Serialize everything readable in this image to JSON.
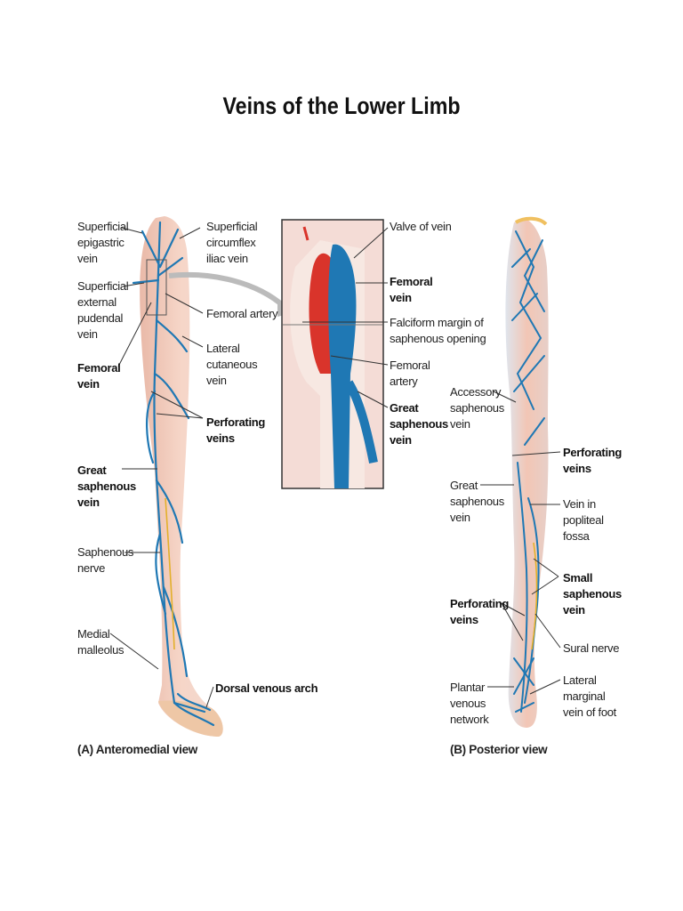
{
  "title": "Veins of the Lower Limb",
  "colors": {
    "vein": "#1f78b4",
    "artery": "#d9342b",
    "skin": "#f2c9b8",
    "nerve": "#e3b02a"
  },
  "views": {
    "a": {
      "caption": "(A) Anteromedial view",
      "labels": {
        "superficial_epigastric": "Superficial epigastric vein",
        "superficial_external_pudendal": "Superficial external pudendal vein",
        "femoral_vein": "Femoral vein",
        "great_saphenous": "Great saphenous vein",
        "saphenous_nerve": "Saphenous nerve",
        "medial_malleolus": "Medial malleolus",
        "superficial_circumflex_iliac": "Superficial circumflex iliac vein",
        "femoral_artery": "Femoral artery",
        "lateral_cutaneous": "Lateral cutaneous vein",
        "perforating": "Perforating veins",
        "dorsal_arch": "Dorsal venous arch"
      }
    },
    "inset": {
      "labels": {
        "valve": "Valve of vein",
        "femoral_vein": "Femoral vein",
        "falciform": "Falciform margin of saphenous opening",
        "femoral_artery": "Femoral artery",
        "great_saphenous": "Great saphenous vein"
      }
    },
    "b": {
      "caption": "(B) Posterior view",
      "labels": {
        "accessory_saphenous": "Accessory saphenous vein",
        "perforating_top": "Perforating veins",
        "great_saphenous": "Great saphenous vein",
        "popliteal": "Vein in popliteal fossa",
        "small_saphenous": "Small saphenous vein",
        "perforating_bottom": "Perforating veins",
        "sural_nerve": "Sural nerve",
        "plantar_network": "Plantar venous network",
        "lateral_marginal": "Lateral marginal vein of foot"
      }
    }
  }
}
